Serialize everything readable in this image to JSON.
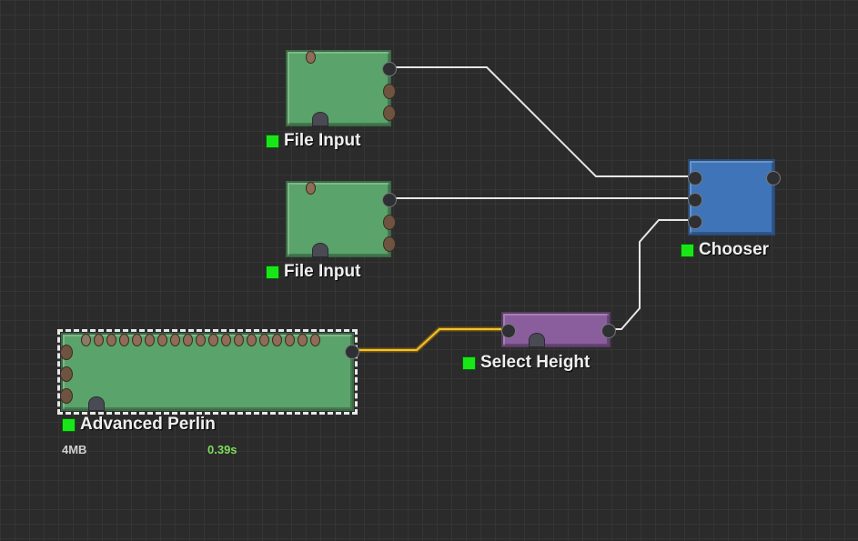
{
  "nodes": {
    "file_input_1": {
      "label": "File Input"
    },
    "file_input_2": {
      "label": "File Input"
    },
    "chooser": {
      "label": "Chooser"
    },
    "select_height": {
      "label": "Select Height"
    },
    "advanced_perlin": {
      "label": "Advanced Perlin",
      "memory": "4MB",
      "time": "0.39s"
    }
  },
  "colors": {
    "background": "#2b2b2b",
    "generator_node": "#5aa36a",
    "chooser_node": "#3f75b8",
    "selector_node": "#8a5e9d",
    "status_ok": "#19e619",
    "wire": "#e6e6e6",
    "selected_wire": "#e8b820",
    "time_text": "#7ddc5a",
    "memory_text": "#cfcfcf"
  }
}
